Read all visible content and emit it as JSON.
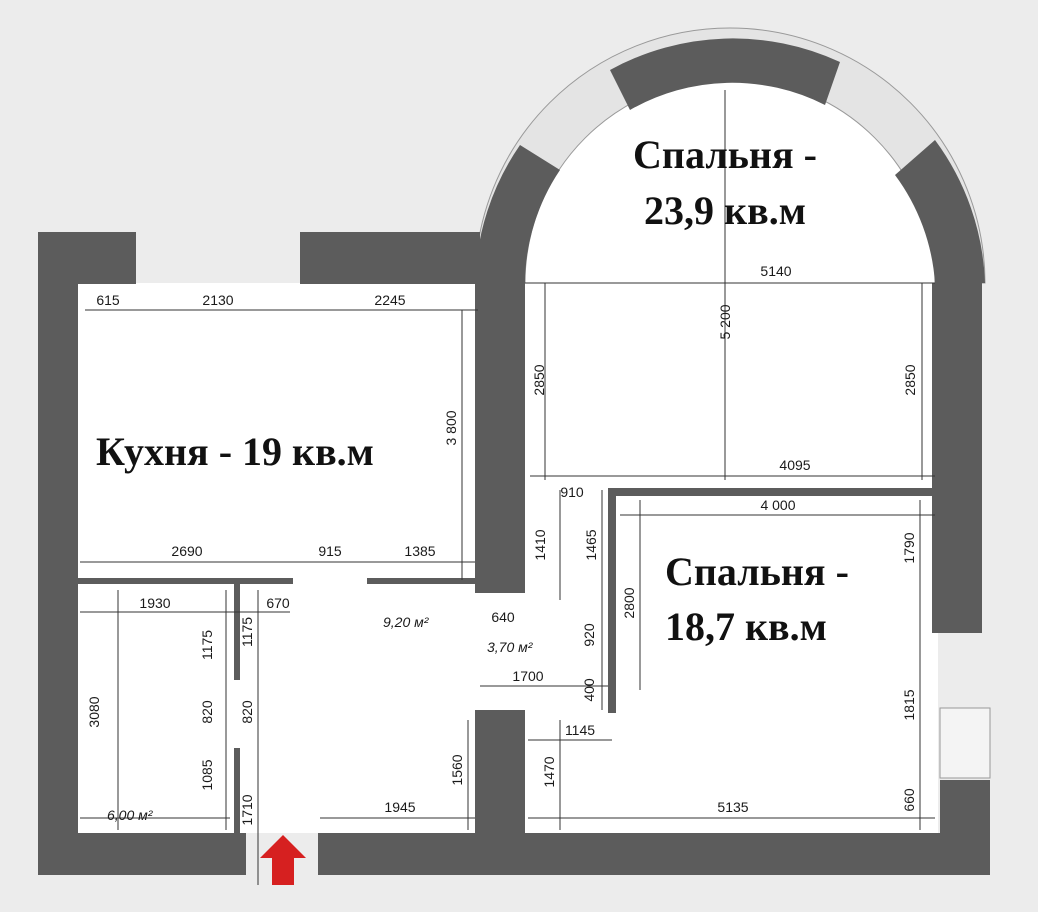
{
  "rooms": {
    "bedroom_large": {
      "line1": "Спальня -",
      "line2": "23,9 кв.м"
    },
    "kitchen": {
      "label": "Кухня - 19 кв.м"
    },
    "bedroom_small": {
      "line1": "Спальня -",
      "line2": "18,7 кв.м"
    }
  },
  "areas": {
    "hall": "9,20 м²",
    "corridor": "3,70 м²",
    "bathroom": "6,00 м²"
  },
  "dimensions": {
    "d615": "615",
    "d2130": "2130",
    "d2245": "2245",
    "d5140": "5140",
    "d5200": "5 200",
    "d2850a": "2850",
    "d2850b": "2850",
    "d3800": "3 800",
    "d4095": "4095",
    "d910": "910",
    "d4000": "4 000",
    "d1410": "1410",
    "d1465": "1465",
    "d1790": "1790",
    "d2690": "2690",
    "d915": "915",
    "d1385": "1385",
    "d2800": "2800",
    "d1930": "1930",
    "d670": "670",
    "d1175a": "1175",
    "d1175b": "1175",
    "d640": "640",
    "d920": "920",
    "d3080": "3080",
    "d820a": "820",
    "d820b": "820",
    "d1700": "1700",
    "d400": "400",
    "d1145": "1145",
    "d1815": "1815",
    "d1085": "1085",
    "d1710": "1710",
    "d1560": "1560",
    "d1945": "1945",
    "d1470": "1470",
    "d5135": "5135",
    "d660": "660"
  },
  "colors": {
    "wall": "#5c5c5c",
    "entrance_arrow": "#d62020",
    "background": "#ececec"
  },
  "icons": {
    "entrance": "arrow-up-icon"
  }
}
